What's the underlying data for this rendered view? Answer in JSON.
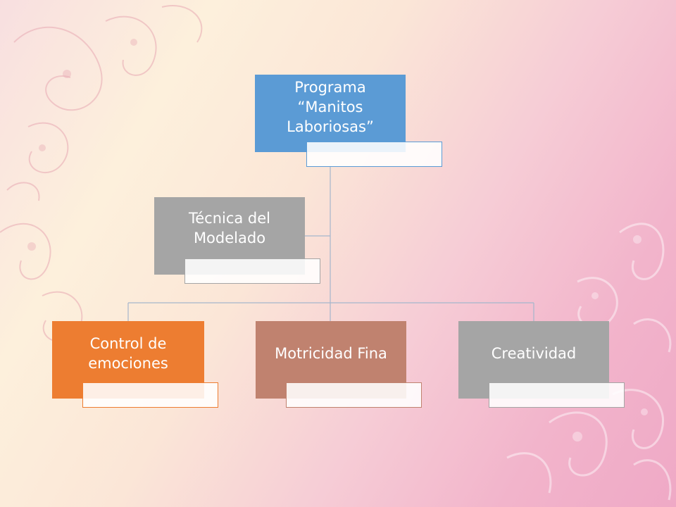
{
  "diagram": {
    "root": {
      "label": "Programa “Manitos Laboriosas”",
      "color": "#5b9bd5"
    },
    "assistant": {
      "label": "Técnica del Modelado",
      "color": "#a5a5a5"
    },
    "children": [
      {
        "label": "Control de emociones",
        "color": "#ed7d31"
      },
      {
        "label": "Motricidad Fina",
        "color": "#c0826f"
      },
      {
        "label": "Creatividad",
        "color": "#a5a5a5"
      }
    ],
    "connector_color": "#a5b6cc"
  }
}
